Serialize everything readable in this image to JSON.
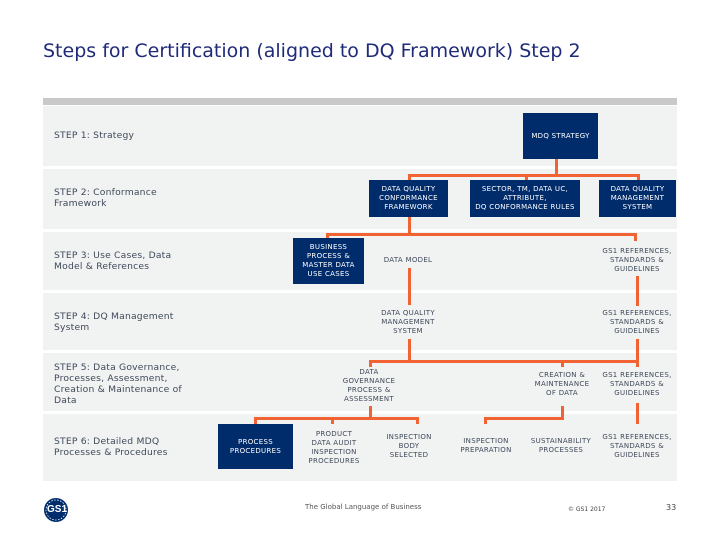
{
  "title": "Steps for Certification (aligned to DQ Framework) Step 2",
  "steps": {
    "s1": "STEP 1: Strategy",
    "s2": "STEP 2: Conformance\nFramework",
    "s3": "STEP 3: Use Cases, Data\nModel & References",
    "s4": "STEP 4: DQ Management\nSystem",
    "s5": "STEP 5: Data Governance,\nProcesses, Assessment,\nCreation & Maintenance of\nData",
    "s6": "STEP 6: Detailed MDQ\nProcesses & Procedures"
  },
  "nodes": {
    "mdq_strategy": "MDQ STRATEGY",
    "dq_conformance": "DATA QUALITY\nCONFORMANCE\nFRAMEWORK",
    "sector": "SECTOR, TM, DATA UC,\nATTRIBUTE,\nDQ CONFORMANCE RULES",
    "dq_mgmt_top": "DATA QUALITY\nMANAGEMENT\nSYSTEM",
    "business_process": "BUSINESS\nPROCESS &\nMASTER DATA\nUSE CASES",
    "data_model": "DATA MODEL",
    "gs1_refs_3": "GS1 REFERENCES,\nSTANDARDS &\nGUIDELINES",
    "dq_mgmt_4": "DATA QUALITY\nMANAGEMENT\nSYSTEM",
    "gs1_refs_4": "GS1 REFERENCES,\nSTANDARDS &\nGUIDELINES",
    "data_governance": "DATA\nGOVERNANCE\nPROCESS &\nASSESSMENT",
    "creation": "CREATION &\nMAINTENANCE\nOF DATA",
    "gs1_refs_5": "GS1 REFERENCES,\nSTANDARDS &\nGUIDELINES",
    "process_procedures": "PROCESS\nPROCEDURES",
    "product_audit": "PRODUCT\nDATA AUDIT\nINSPECTION\nPROCEDURES",
    "inspection_body": "INSPECTION\nBODY\nSELECTED",
    "inspection_prep": "INSPECTION\nPREPARATION",
    "sustainability": "SUSTAINABILITY\nPROCESSES",
    "gs1_refs_6": "GS1 REFERENCES,\nSTANDARDS &\nGUIDELINES"
  },
  "footer": {
    "logo_text": "GS1",
    "tagline": "The Global Language of Business",
    "copyright": "© GS1 2017",
    "page_number": "33"
  },
  "colors": {
    "navy": "#002c6c",
    "connector": "#f26334",
    "band": "#f1f2f2"
  }
}
